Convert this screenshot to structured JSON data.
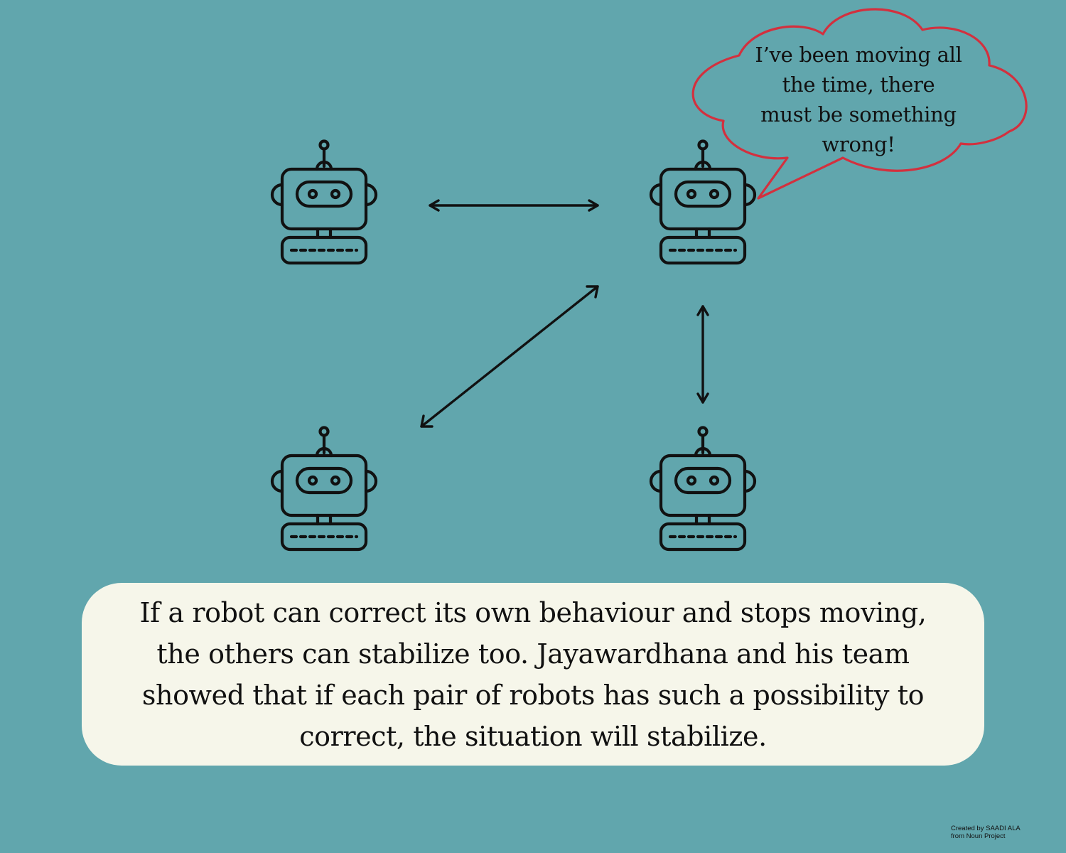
{
  "speech_bubble": {
    "text": "I’ve been moving all\nthe time, there\nmust be something\nwrong!",
    "stroke_color": "#d3303e"
  },
  "caption": {
    "text": "If a robot can correct its own behaviour and stops moving,\nthe others can stabilize too. Jayawardhana and his team\nshowed that if each pair of robots has such a possibility to\ncorrect, the situation will stabilize."
  },
  "credit": {
    "text": "Created by SAADI ALA\nfrom Noun Project"
  },
  "robots": [
    "robot-top-left",
    "robot-top-right",
    "robot-bottom-left",
    "robot-bottom-right"
  ],
  "colors": {
    "background": "#61a6ad",
    "caption_box": "#f6f6ea",
    "ink": "#111111"
  }
}
